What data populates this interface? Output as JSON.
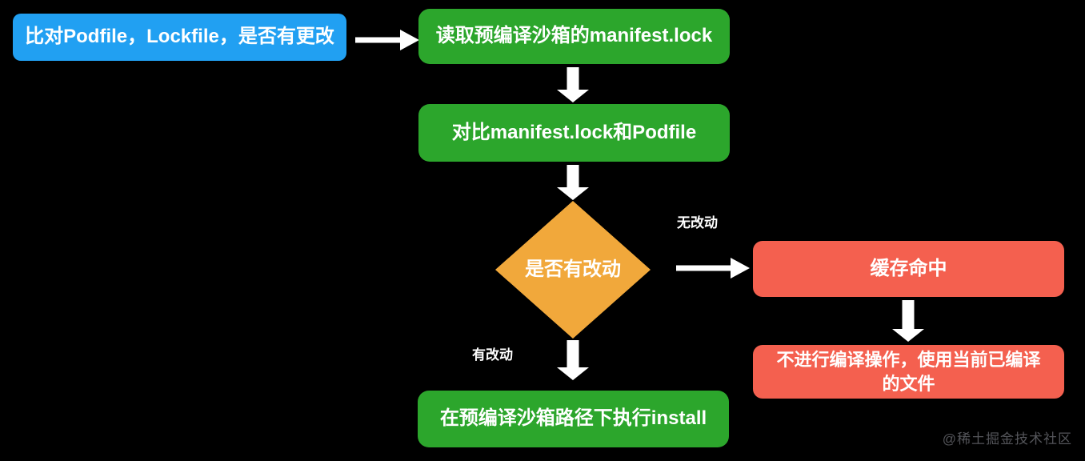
{
  "diagram": {
    "type": "flowchart",
    "background": "#000000",
    "colors": {
      "process_blue": "#21A0F2",
      "process_green": "#2CA62C",
      "decision_orange": "#F1A83B",
      "result_red": "#F4604F",
      "arrow_white": "#FFFFFF",
      "text_white": "#FFFFFF",
      "watermark_gray": "#54555A"
    },
    "nodes": {
      "compare_podfile": {
        "label": "比对Podfile，Lockfile，是否有更改",
        "shape": "rect",
        "color": "#21A0F2"
      },
      "read_manifest": {
        "label": "读取预编译沙箱的manifest.lock",
        "shape": "rect",
        "color": "#2CA62C"
      },
      "compare_manifest": {
        "label": "对比manifest.lock和Podfile",
        "shape": "rect",
        "color": "#2CA62C"
      },
      "has_change": {
        "label": "是否有改动",
        "shape": "diamond",
        "color": "#F1A83B"
      },
      "cache_hit": {
        "label": "缓存命中",
        "shape": "rect",
        "color": "#F4604F"
      },
      "no_compile": {
        "label": "不进行编译操作，使用当前已编译的文件",
        "shape": "rect",
        "color": "#F4604F"
      },
      "run_install": {
        "label": "在预编译沙箱路径下执行install",
        "shape": "rect",
        "color": "#2CA62C"
      }
    },
    "edges": {
      "no_change_label": "无改动",
      "has_change_label": "有改动"
    },
    "watermark": "@稀土掘金技术社区"
  }
}
